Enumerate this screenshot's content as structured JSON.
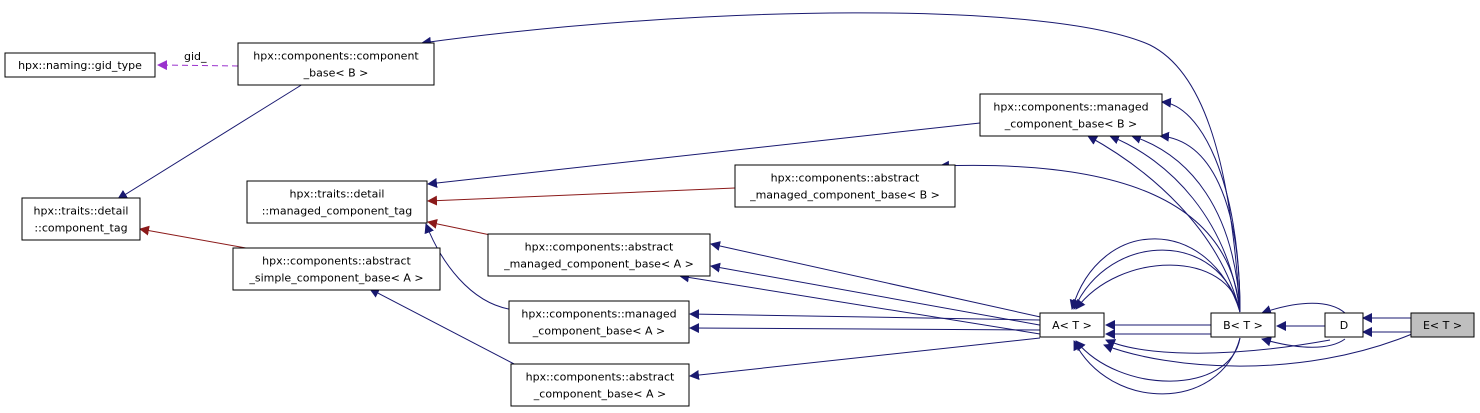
{
  "diagram": {
    "nodes": [
      {
        "id": "gid_type",
        "lines": [
          "hpx::naming::gid_type"
        ]
      },
      {
        "id": "component_base_B",
        "lines": [
          "hpx::components::component",
          "_base< B >"
        ]
      },
      {
        "id": "component_tag",
        "lines": [
          "hpx::traits::detail",
          "::component_tag"
        ]
      },
      {
        "id": "managed_component_tag",
        "lines": [
          "hpx::traits::detail",
          "::managed_component_tag"
        ]
      },
      {
        "id": "abstract_simple_A",
        "lines": [
          "hpx::components::abstract",
          "_simple_component_base< A >"
        ]
      },
      {
        "id": "abstract_managed_A",
        "lines": [
          "hpx::components::abstract",
          "_managed_component_base< A >"
        ]
      },
      {
        "id": "managed_A",
        "lines": [
          "hpx::components::managed",
          "_component_base< A >"
        ]
      },
      {
        "id": "abstract_component_A",
        "lines": [
          "hpx::components::abstract",
          "_component_base< A >"
        ]
      },
      {
        "id": "managed_B",
        "lines": [
          "hpx::components::managed",
          "_component_base< B >"
        ]
      },
      {
        "id": "abstract_managed_B",
        "lines": [
          "hpx::components::abstract",
          "_managed_component_base< B >"
        ]
      },
      {
        "id": "A_T",
        "lines": [
          "A< T >"
        ]
      },
      {
        "id": "B_T",
        "lines": [
          "B< T >"
        ]
      },
      {
        "id": "D",
        "lines": [
          "D"
        ]
      },
      {
        "id": "E_T",
        "lines": [
          "E< T >"
        ],
        "highlight": true
      }
    ],
    "edge_labels": {
      "gid": "gid_"
    },
    "colors": {
      "inheritance": "#191970",
      "private_inheritance": "#8b1a1a",
      "usage": "#9a32cd"
    }
  }
}
